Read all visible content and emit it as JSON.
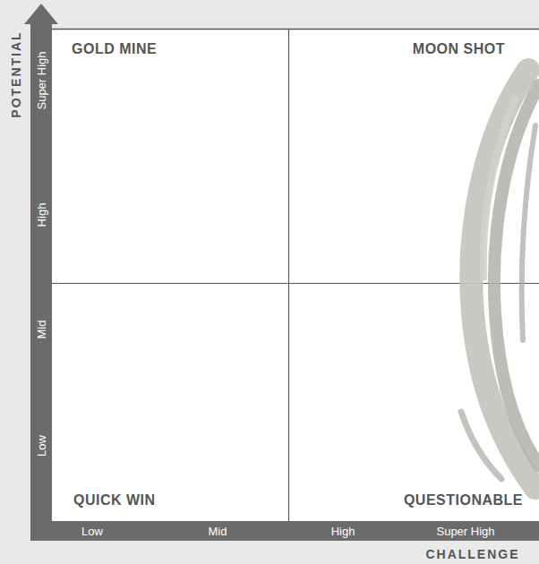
{
  "diagram": {
    "nodes": [
      {
        "text": [
          "GOLD MINE"
        ]
      },
      {
        "text": [
          "MOON SHOT"
        ]
      },
      {
        "text": [
          "QUICK WIN"
        ]
      },
      {
        "text": [
          "QUESTIONABLE"
        ]
      }
    ],
    "labels": [
      "POTENTIAL",
      "Super High",
      "High",
      "Mid",
      "Low",
      "Low",
      "Mid",
      "High",
      "Super High",
      "CHALLENGE"
    ]
  }
}
